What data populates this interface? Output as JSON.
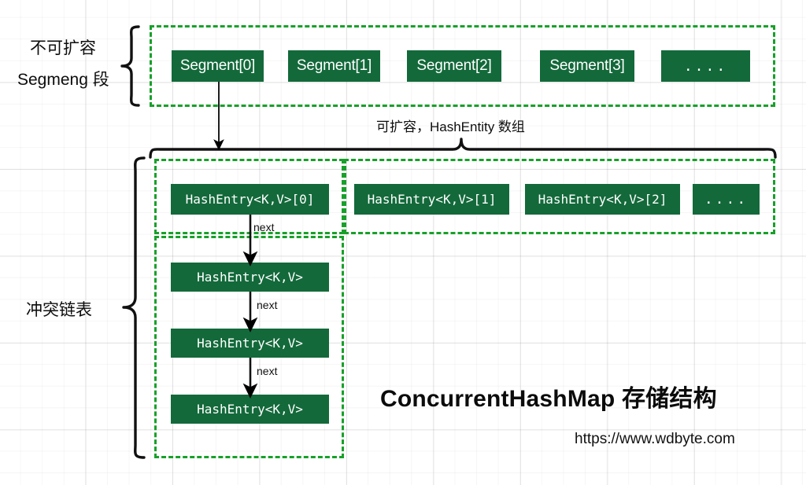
{
  "diagram": {
    "title": "ConcurrentHashMap 存储结构",
    "url": "https://www.wdbyte.com",
    "labels": {
      "left_top_line1": "不可扩容",
      "left_top_line2": "Segmeng 段",
      "middle": "可扩容，HashEntity 数组",
      "left_bottom": "冲突链表"
    },
    "colors": {
      "node_fill": "#13693a",
      "node_text": "#ffffff",
      "dashed_border": "#18a02a",
      "arrow": "#000000",
      "grid": "#e8e8e8"
    },
    "segment_row": {
      "boxes": [
        {
          "label": "Segment[0]"
        },
        {
          "label": "Segment[1]"
        },
        {
          "label": "Segment[2]"
        },
        {
          "label": "Segment[3]"
        },
        {
          "label": "...."
        }
      ]
    },
    "hashentry_row": {
      "boxes": [
        {
          "label": "HashEntry<K,V>[0]"
        },
        {
          "label": "HashEntry<K,V>[1]"
        },
        {
          "label": "HashEntry<K,V>[2]"
        },
        {
          "label": "...."
        }
      ]
    },
    "chain": {
      "nodes": [
        {
          "label": "HashEntry<K,V>"
        },
        {
          "label": "HashEntry<K,V>"
        },
        {
          "label": "HashEntry<K,V>"
        }
      ],
      "edges": [
        {
          "label": "next"
        },
        {
          "label": "next"
        },
        {
          "label": "next"
        }
      ]
    }
  }
}
